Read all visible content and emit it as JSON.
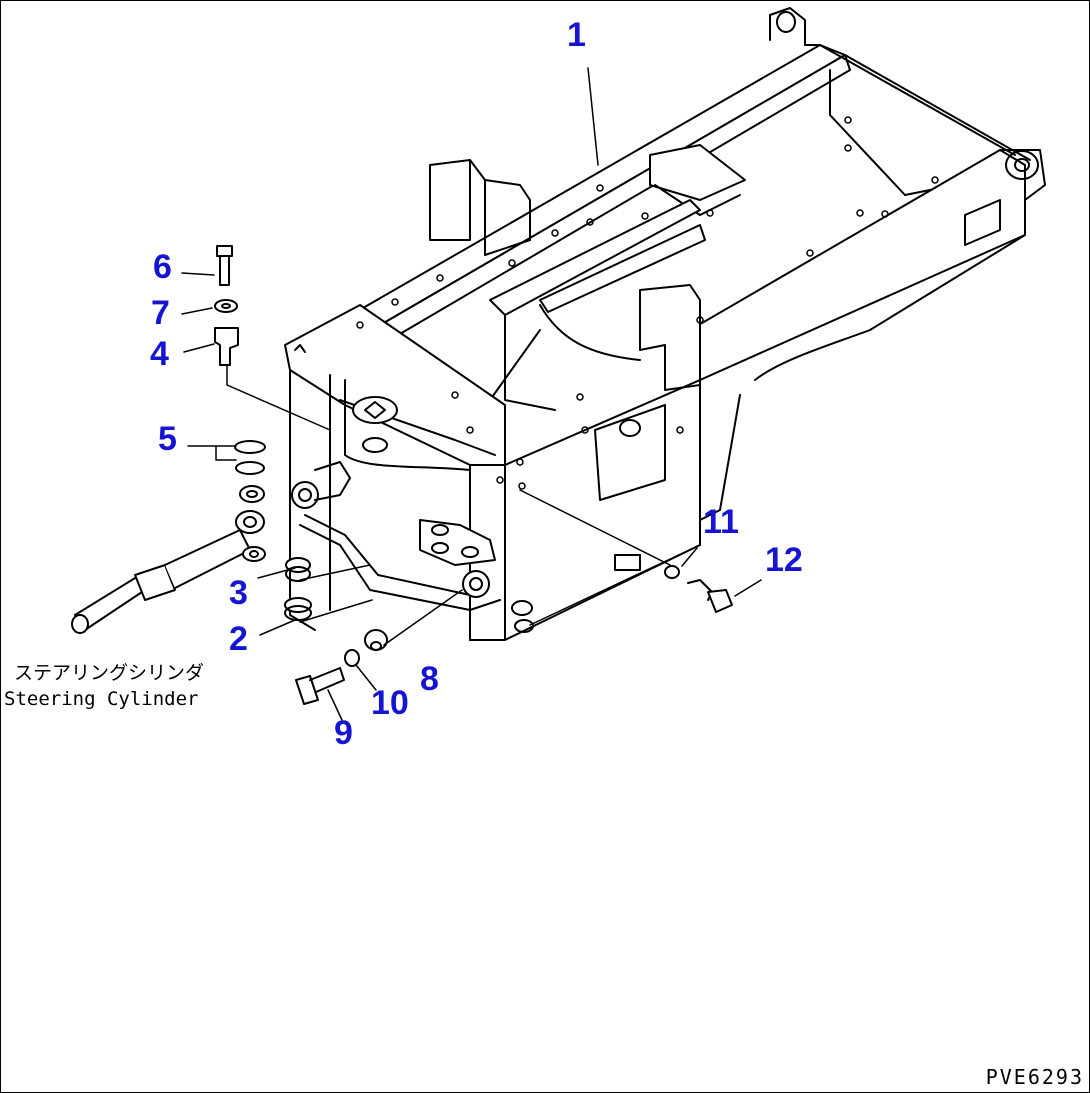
{
  "callouts": [
    {
      "id": "callout-1",
      "label": "1"
    },
    {
      "id": "callout-2",
      "label": "2"
    },
    {
      "id": "callout-3",
      "label": "3"
    },
    {
      "id": "callout-4",
      "label": "4"
    },
    {
      "id": "callout-5",
      "label": "5"
    },
    {
      "id": "callout-6",
      "label": "6"
    },
    {
      "id": "callout-7",
      "label": "7"
    },
    {
      "id": "callout-8",
      "label": "8"
    },
    {
      "id": "callout-9",
      "label": "9"
    },
    {
      "id": "callout-10",
      "label": "10"
    },
    {
      "id": "callout-11",
      "label": "11"
    },
    {
      "id": "callout-12",
      "label": "12"
    }
  ],
  "caption": {
    "japanese": "ステアリングシリンダ",
    "english": "Steering Cylinder"
  },
  "drawing_id": "PVE6293",
  "colors": {
    "callout": "#1414d2",
    "line": "#000000",
    "background": "#ffffff"
  }
}
